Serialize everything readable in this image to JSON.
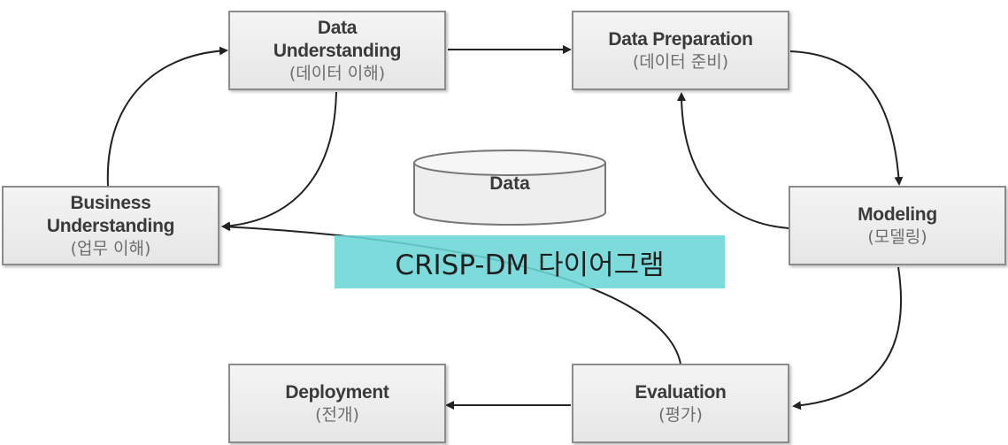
{
  "nodes": {
    "data_understanding": {
      "title": "Data\nUnderstanding",
      "sub": "(데이터 이해)"
    },
    "data_preparation": {
      "title": "Data Preparation",
      "sub": "(데이터 준비)"
    },
    "business_understanding": {
      "title": "Business\nUnderstanding",
      "sub": "(업무 이해)"
    },
    "modeling": {
      "title": "Modeling",
      "sub": "(모델링)"
    },
    "deployment": {
      "title": "Deployment",
      "sub": "(전개)"
    },
    "evaluation": {
      "title": "Evaluation",
      "sub": "(평가)"
    }
  },
  "center": {
    "label": "Data"
  },
  "caption": {
    "text": "CRISP-DM 다이어그램"
  },
  "colors": {
    "box_border": "#8c8c8c",
    "arrow": "#222222",
    "caption_bg": "#6bd6d6"
  }
}
